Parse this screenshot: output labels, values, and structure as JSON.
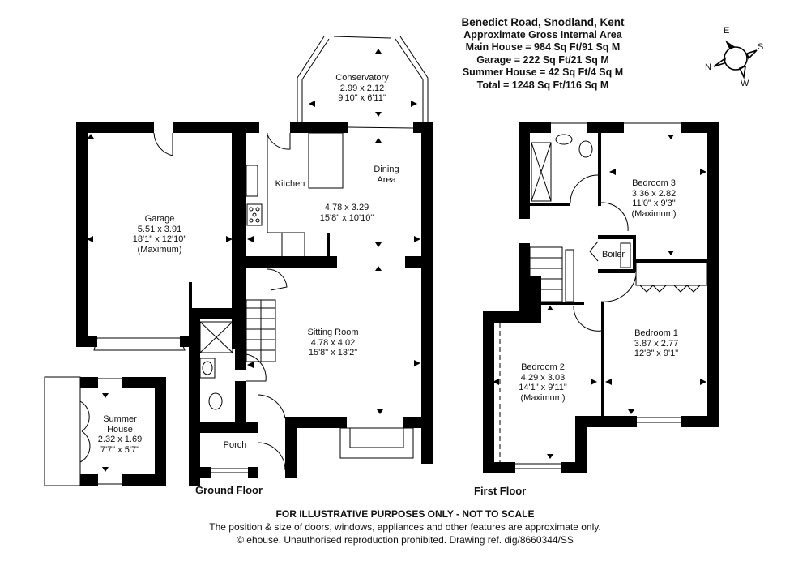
{
  "header": {
    "address": "Benedict Road, Snodland, Kent",
    "subtitle": "Approximate Gross Internal Area",
    "areas": [
      "Main House = 984 Sq Ft/91 Sq M",
      "Garage = 222 Sq Ft/21 Sq M",
      "Summer House = 42 Sq Ft/4 Sq M",
      "Total = 1248 Sq Ft/116 Sq M"
    ]
  },
  "compass": {
    "north": "N",
    "east": "E",
    "south": "S",
    "west": "W",
    "icon": "compass-rose-icon"
  },
  "floors": {
    "ground": {
      "label": "Ground Floor"
    },
    "first": {
      "label": "First Floor"
    }
  },
  "rooms": {
    "garage": {
      "name": "Garage",
      "metric": "5.51 x 3.91",
      "imperial": "18'1\" x 12'10\"",
      "note": "(Maximum)"
    },
    "conservatory": {
      "name": "Conservatory",
      "metric": "2.99 x 2.12",
      "imperial": "9'10\" x 6'11\""
    },
    "kitchen": {
      "name": "Kitchen"
    },
    "dining": {
      "name": "Dining",
      "name2": "Area",
      "metric": "4.78 x 3.29",
      "imperial": "15'8\" x 10'10\""
    },
    "sitting": {
      "name": "Sitting Room",
      "metric": "4.78 x 4.02",
      "imperial": "15'8\" x 13'2\""
    },
    "porch": {
      "name": "Porch"
    },
    "summer": {
      "name": "Summer",
      "name2": "House",
      "metric": "2.32 x 1.69",
      "imperial": "7'7\" x 5'7\""
    },
    "bedroom3": {
      "name": "Bedroom 3",
      "metric": "3.36 x 2.82",
      "imperial": "11'0\" x 9'3\"",
      "note": "(Maximum)"
    },
    "boiler": {
      "name": "Boiler"
    },
    "bedroom1": {
      "name": "Bedroom 1",
      "metric": "3.87 x 2.77",
      "imperial": "12'8\" x 9'1\""
    },
    "bedroom2": {
      "name": "Bedroom 2",
      "metric": "4.29 x 3.03",
      "imperial": "14'1\" x 9'11\"",
      "note": "(Maximum)"
    }
  },
  "footer": {
    "disclaimer": "FOR ILLUSTRATIVE PURPOSES ONLY - NOT TO SCALE",
    "note": "The position & size of doors, windows, appliances and other features are approximate only.",
    "copyright": "© ehouse. Unauthorised reproduction prohibited. Drawing ref. dig/8660344/SS"
  }
}
